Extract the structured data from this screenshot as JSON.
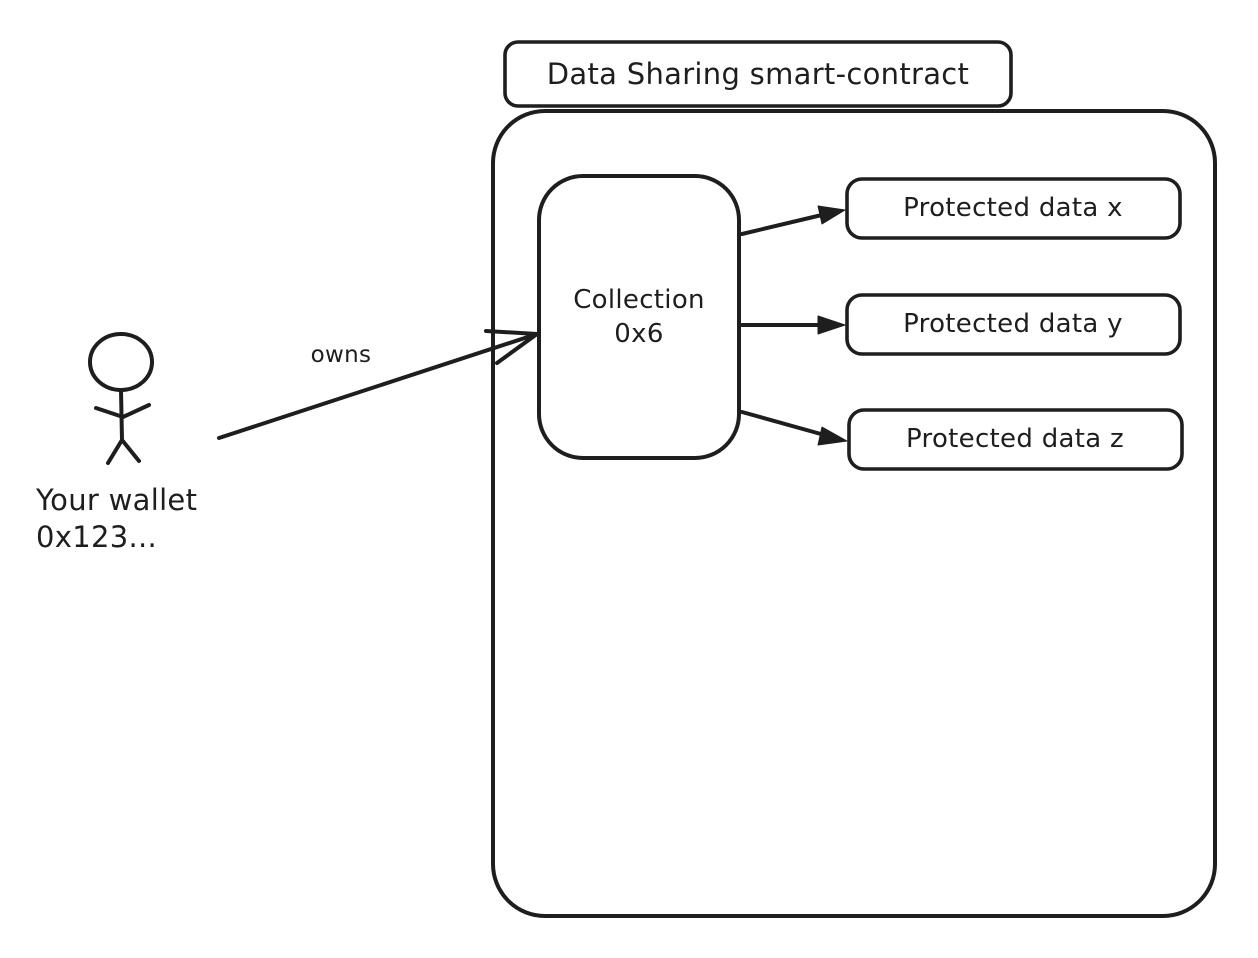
{
  "diagram": {
    "title": "Data Sharing smart-contract",
    "owns_label": "owns",
    "actor": {
      "name_line1": "Your wallet",
      "name_line2": "0x123..."
    },
    "collection": {
      "label_line1": "Collection",
      "label_line2": "0x6"
    },
    "protected_data": [
      {
        "label": "Protected data x"
      },
      {
        "label": "Protected data y"
      },
      {
        "label": "Protected data z"
      }
    ],
    "colors": {
      "stroke": "#1e1e1e",
      "background": "#ffffff"
    }
  }
}
